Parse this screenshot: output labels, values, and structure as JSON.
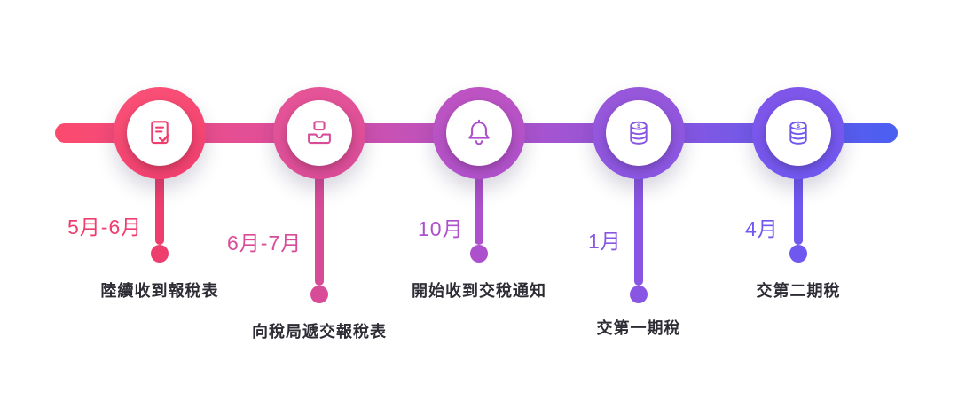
{
  "timeline": {
    "line_gradient": [
      "#fc4a6d",
      "#e14f99",
      "#b553c6",
      "#8457e3",
      "#4a5ff2"
    ],
    "nodes": [
      {
        "date": "5月-6月",
        "label": "陸續收到報稅表",
        "icon": "tax-form-icon",
        "color_top": "#fb5277",
        "color_bottom": "#ee3e6e"
      },
      {
        "date": "6月-7月",
        "label": "向稅局遞交報稅表",
        "icon": "submit-form-icon",
        "color_top": "#e75597",
        "color_bottom": "#d84b97"
      },
      {
        "date": "10月",
        "label": "開始收到交稅通知",
        "icon": "bell-icon",
        "color_top": "#c054c0",
        "color_bottom": "#ad50cb"
      },
      {
        "date": "1月",
        "label": "交第一期稅",
        "icon": "coins-icon",
        "color_top": "#9a57d9",
        "color_bottom": "#8856e2"
      },
      {
        "date": "4月",
        "label": "交第二期稅",
        "icon": "coins-icon",
        "color_top": "#8156e8",
        "color_bottom": "#6f58f0"
      }
    ]
  }
}
